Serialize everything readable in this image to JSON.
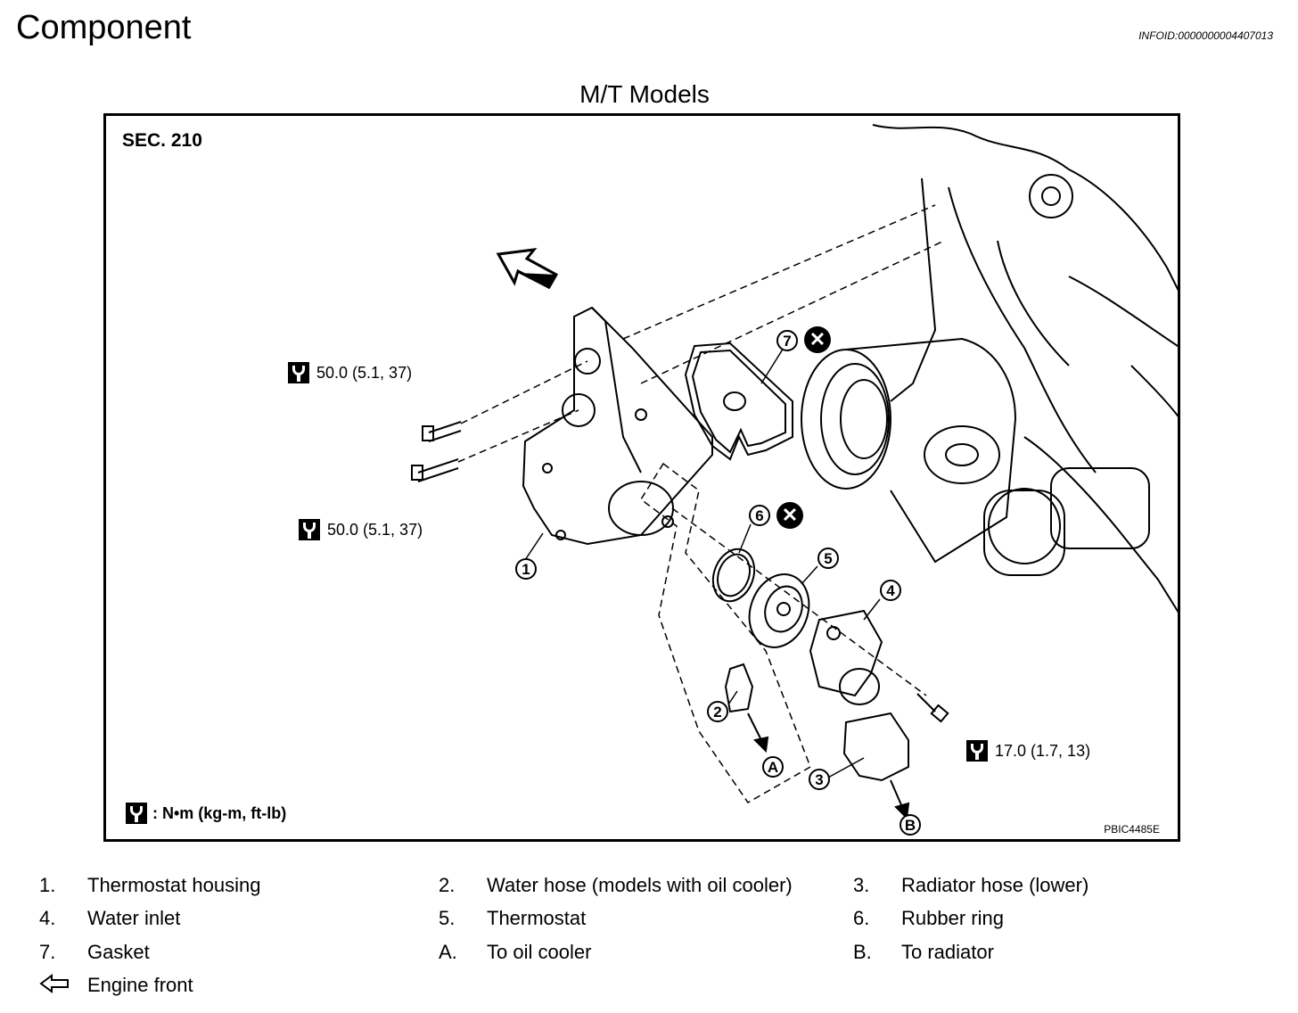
{
  "header": {
    "title": "Component",
    "info_id": "INFOID:0000000004407013"
  },
  "figure": {
    "title": "M/T Models",
    "section": "SEC. 210",
    "code": "PBIC4485E",
    "unit_legend": ": N•m (kg-m, ft-lb)",
    "torques": [
      "50.0 (5.1, 37)",
      "50.0 (5.1, 37)",
      "17.0 (1.7, 13)"
    ],
    "callouts": [
      "1",
      "2",
      "3",
      "4",
      "5",
      "6",
      "7",
      "A",
      "B"
    ],
    "replace_mark": "✕",
    "icons": [
      "torque-wrench-icon",
      "engine-front-arrow-icon",
      "replace-part-icon"
    ]
  },
  "parts": [
    {
      "num": "1.",
      "name": "Thermostat housing"
    },
    {
      "num": "2.",
      "name": "Water hose (models with oil cooler)"
    },
    {
      "num": "3.",
      "name": "Radiator hose (lower)"
    },
    {
      "num": "4.",
      "name": "Water inlet"
    },
    {
      "num": "5.",
      "name": "Thermostat"
    },
    {
      "num": "6.",
      "name": "Rubber ring"
    },
    {
      "num": "7.",
      "name": "Gasket"
    },
    {
      "num": "A.",
      "name": "To oil cooler"
    },
    {
      "num": "B.",
      "name": "To radiator"
    }
  ],
  "engine_front_label": "Engine front"
}
